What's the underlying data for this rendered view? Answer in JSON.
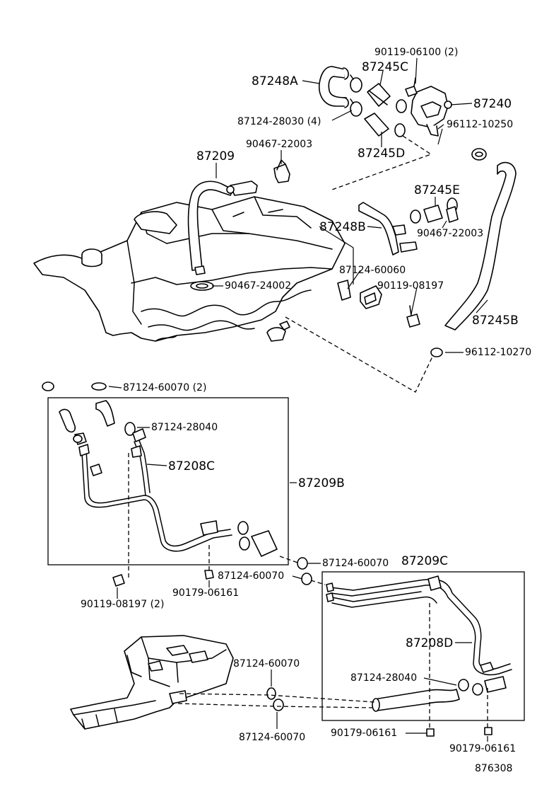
{
  "diagram": {
    "labels": {
      "p87248A": "87248A",
      "p87245C": "87245C",
      "p90119_06100": "90119-06100 (2)",
      "p87240": "87240",
      "p87124_28030": "87124-28030 (4)",
      "p96112_10250": "96112-10250",
      "p90467_22003a": "90467-22003",
      "p87245D": "87245D",
      "p87209": "87209",
      "p87245E": "87245E",
      "p87248B": "87248B",
      "p90467_22003b": "90467-22003",
      "p87124_60060": "87124-60060",
      "p90467_24002": "90467-24002",
      "p90119_08197a": "90119-08197",
      "p87245B": "87245B",
      "p96112_10270": "96112-10270",
      "p87124_60070_2": "87124-60070 (2)",
      "p87124_28040a": "87124-28040",
      "p87208C": "87208C",
      "p87209B": "87209B",
      "p87124_60070a": "87124-60070",
      "p87209C": "87209C",
      "p87124_60070b": "87124-60070",
      "p90179_06161a": "90179-06161",
      "p90119_08197_2": "90119-08197 (2)",
      "p87208D": "87208D",
      "p87124_60070c": "87124-60070",
      "p87124_28040b": "87124-28040",
      "p87124_60070d": "87124-60070",
      "p90179_06161b": "90179-06161",
      "p90179_06161c": "90179-06161",
      "figure_number": "876308"
    }
  }
}
